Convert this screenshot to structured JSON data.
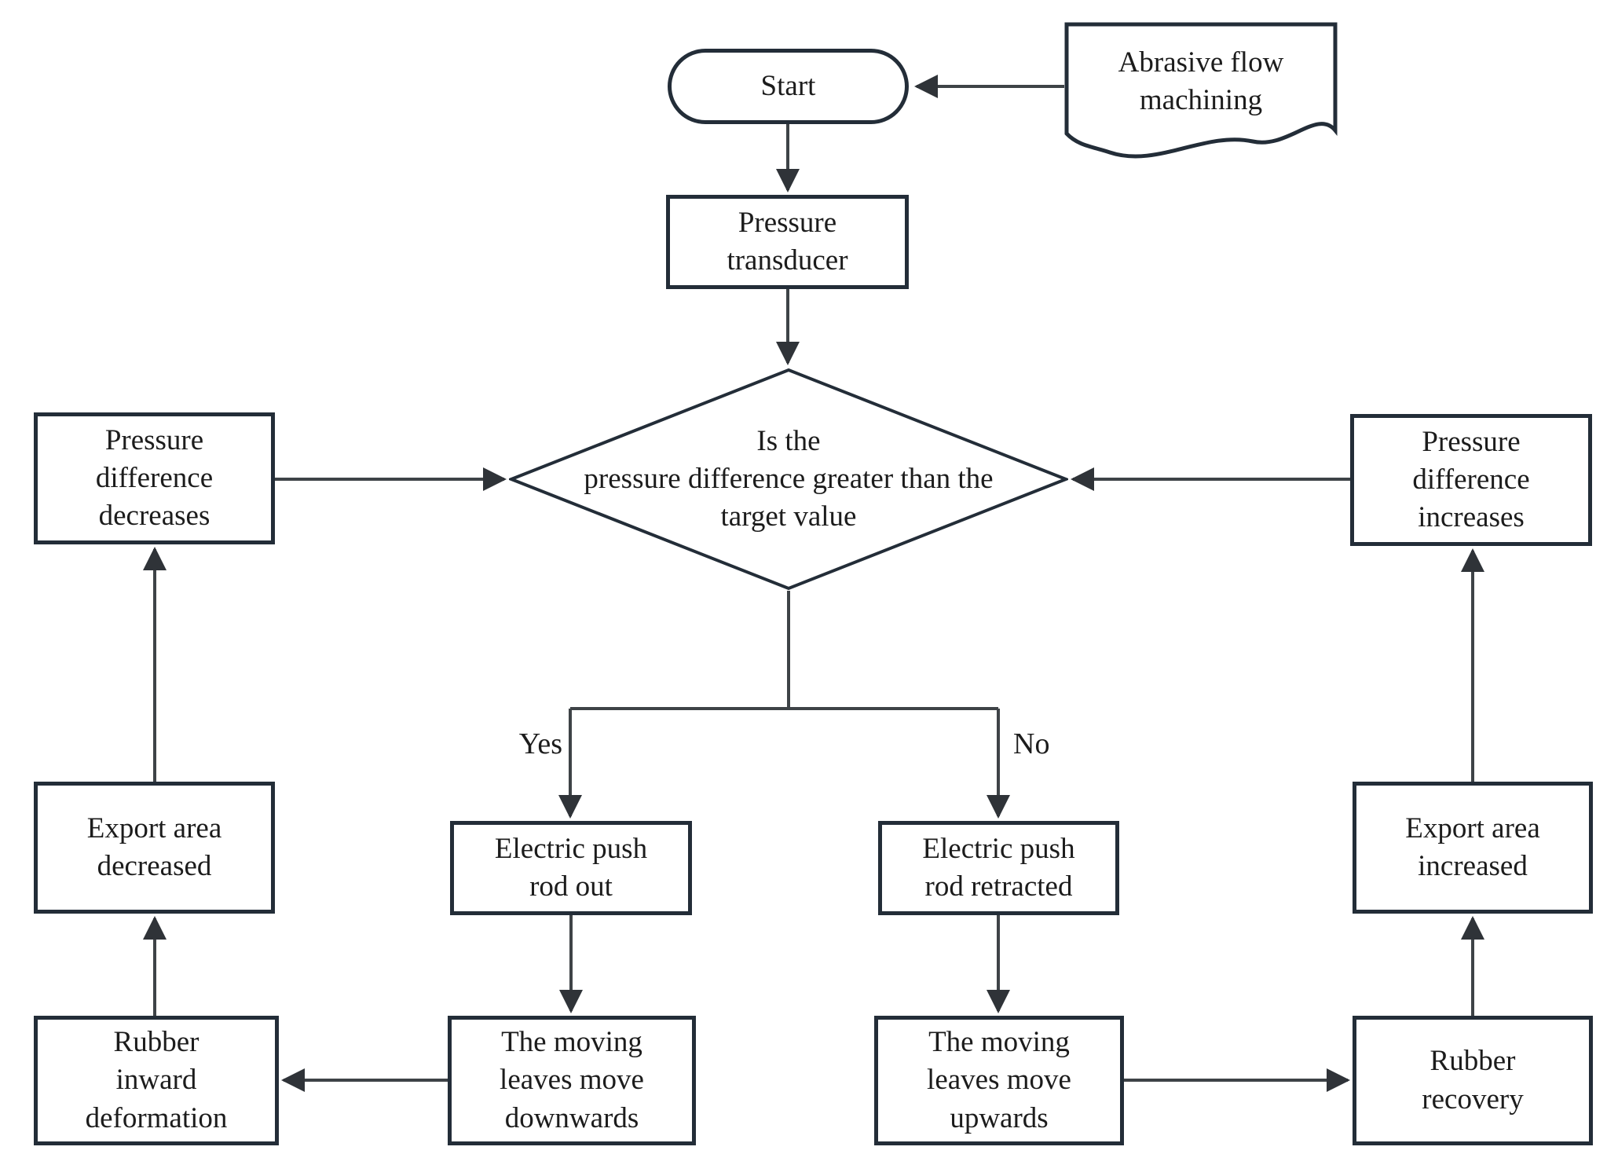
{
  "diagram": {
    "type": "flowchart",
    "colors": {
      "background": "#ffffff",
      "shape_border": "#232d38",
      "connector": "#3e4347",
      "arrowhead": "#2f3338",
      "text": "#1c1c1c"
    },
    "nodes": {
      "start": {
        "shape": "terminator",
        "label": "Start"
      },
      "abrasive_flow_machining": {
        "shape": "document",
        "label": "Abrasive flow\nmachining"
      },
      "pressure_transducer": {
        "shape": "process",
        "label": "Pressure\ntransducer"
      },
      "decision": {
        "shape": "decision",
        "label": "Is the\npressure difference greater than the\ntarget value"
      },
      "pressure_difference_decreases": {
        "shape": "process",
        "label": "Pressure\ndifference\ndecreases"
      },
      "pressure_difference_increases": {
        "shape": "process",
        "label": "Pressure\ndifference\nincreases"
      },
      "export_area_decreased": {
        "shape": "process",
        "label": "Export area\ndecreased"
      },
      "export_area_increased": {
        "shape": "process",
        "label": "Export area\nincreased"
      },
      "electric_push_rod_out": {
        "shape": "process",
        "label": "Electric push\nrod out"
      },
      "electric_push_rod_retracted": {
        "shape": "process",
        "label": "Electric push\nrod retracted"
      },
      "moving_leaves_downwards": {
        "shape": "process",
        "label": "The moving\nleaves move\ndownwards"
      },
      "moving_leaves_upwards": {
        "shape": "process",
        "label": "The moving\nleaves move\nupwards"
      },
      "rubber_inward_deformation": {
        "shape": "process",
        "label": "Rubber\ninward\ndeformation"
      },
      "rubber_recovery": {
        "shape": "process",
        "label": "Rubber\nrecovery"
      }
    },
    "edges": [
      {
        "from": "abrasive_flow_machining",
        "to": "start",
        "label": ""
      },
      {
        "from": "start",
        "to": "pressure_transducer",
        "label": ""
      },
      {
        "from": "pressure_transducer",
        "to": "decision",
        "label": ""
      },
      {
        "from": "pressure_difference_decreases",
        "to": "decision",
        "label": ""
      },
      {
        "from": "pressure_difference_increases",
        "to": "decision",
        "label": ""
      },
      {
        "from": "decision",
        "to": "electric_push_rod_out",
        "label": "Yes"
      },
      {
        "from": "decision",
        "to": "electric_push_rod_retracted",
        "label": "No"
      },
      {
        "from": "electric_push_rod_out",
        "to": "moving_leaves_downwards",
        "label": ""
      },
      {
        "from": "electric_push_rod_retracted",
        "to": "moving_leaves_upwards",
        "label": ""
      },
      {
        "from": "moving_leaves_downwards",
        "to": "rubber_inward_deformation",
        "label": ""
      },
      {
        "from": "rubber_inward_deformation",
        "to": "export_area_decreased",
        "label": ""
      },
      {
        "from": "export_area_decreased",
        "to": "pressure_difference_decreases",
        "label": ""
      },
      {
        "from": "moving_leaves_upwards",
        "to": "rubber_recovery",
        "label": ""
      },
      {
        "from": "rubber_recovery",
        "to": "export_area_increased",
        "label": ""
      },
      {
        "from": "export_area_increased",
        "to": "pressure_difference_increases",
        "label": ""
      }
    ]
  }
}
